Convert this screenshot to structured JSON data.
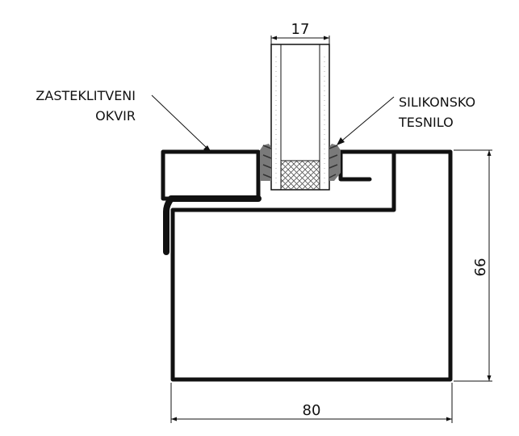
{
  "labels": {
    "frame_line1": "ZASTEKLITVENI",
    "frame_line2": "OKVIR",
    "seal_line1": "SILIKONSKO",
    "seal_line2": "TESNILO"
  },
  "dimensions": {
    "glass_thickness": "17",
    "profile_height": "66",
    "profile_width": "80"
  },
  "colors": {
    "line": "#111111",
    "seal": "#7a7a7a",
    "hatch": "#555555",
    "background": "#ffffff"
  }
}
